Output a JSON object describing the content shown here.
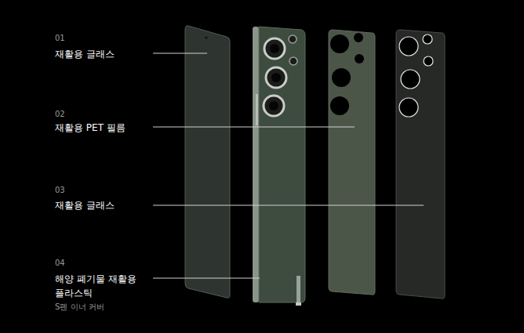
{
  "diagram": {
    "labels": [
      "01",
      "재활용 글래스",
      "02",
      "재활용 PET 필름",
      "03",
      "재활용 글래스",
      "04",
      "해양 폐기물 재활용 플라스틱",
      "S펜 이너 커버"
    ]
  }
}
